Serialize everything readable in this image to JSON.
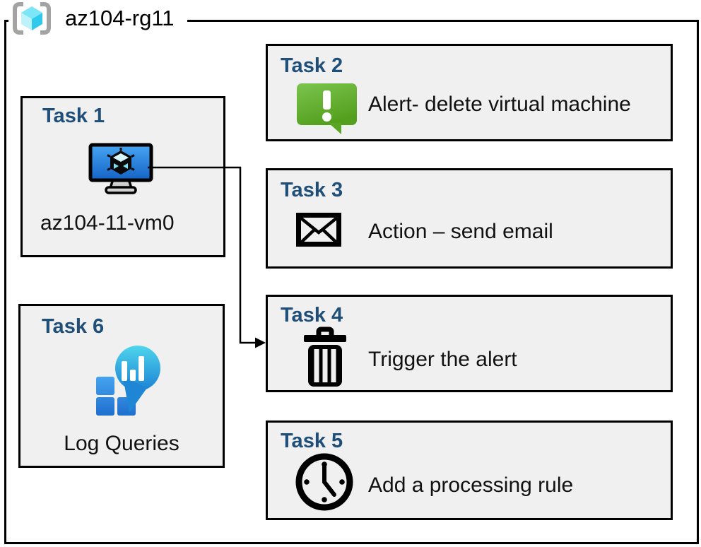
{
  "resource_group": {
    "label": "az104-rg11",
    "icon": "resource-group-icon"
  },
  "tasks": [
    {
      "heading": "Task 1",
      "label": "az104-11-vm0",
      "icon": "virtual-machine-icon"
    },
    {
      "heading": "Task 2",
      "label": "Alert- delete virtual machine",
      "icon": "alert-icon"
    },
    {
      "heading": "Task 3",
      "label": "Action – send email",
      "icon": "email-icon"
    },
    {
      "heading": "Task 4",
      "label": "Trigger the alert",
      "icon": "trash-icon"
    },
    {
      "heading": "Task 5",
      "label": "Add a processing rule",
      "icon": "clock-icon"
    },
    {
      "heading": "Task 6",
      "label": "Log Queries",
      "icon": "log-queries-icon"
    }
  ],
  "connector": {
    "from": "Task 1",
    "to": "Task 4",
    "style": "elbow-arrow"
  },
  "colors": {
    "heading_blue": "#1F4E79",
    "box_fill": "#F0F0F1",
    "border_black": "#000000",
    "alert_green_light": "#7CC44F",
    "alert_green_dark": "#54A01E",
    "vm_screen_light": "#47A5F2",
    "vm_screen_dark": "#1463C6",
    "vm_cube_cyan": "#7BE2F4",
    "log_teal_light": "#4ED5EC",
    "log_teal_dark": "#1B82D4",
    "log_square_light": "#45A3EE",
    "log_square_dark": "#1F6FCE",
    "rg_cube_top": "#7CE5F6",
    "rg_cube_left": "#BDF2FB",
    "rg_cube_right": "#2FC9EC",
    "rg_bracket_gray": "#A3A3A3"
  }
}
